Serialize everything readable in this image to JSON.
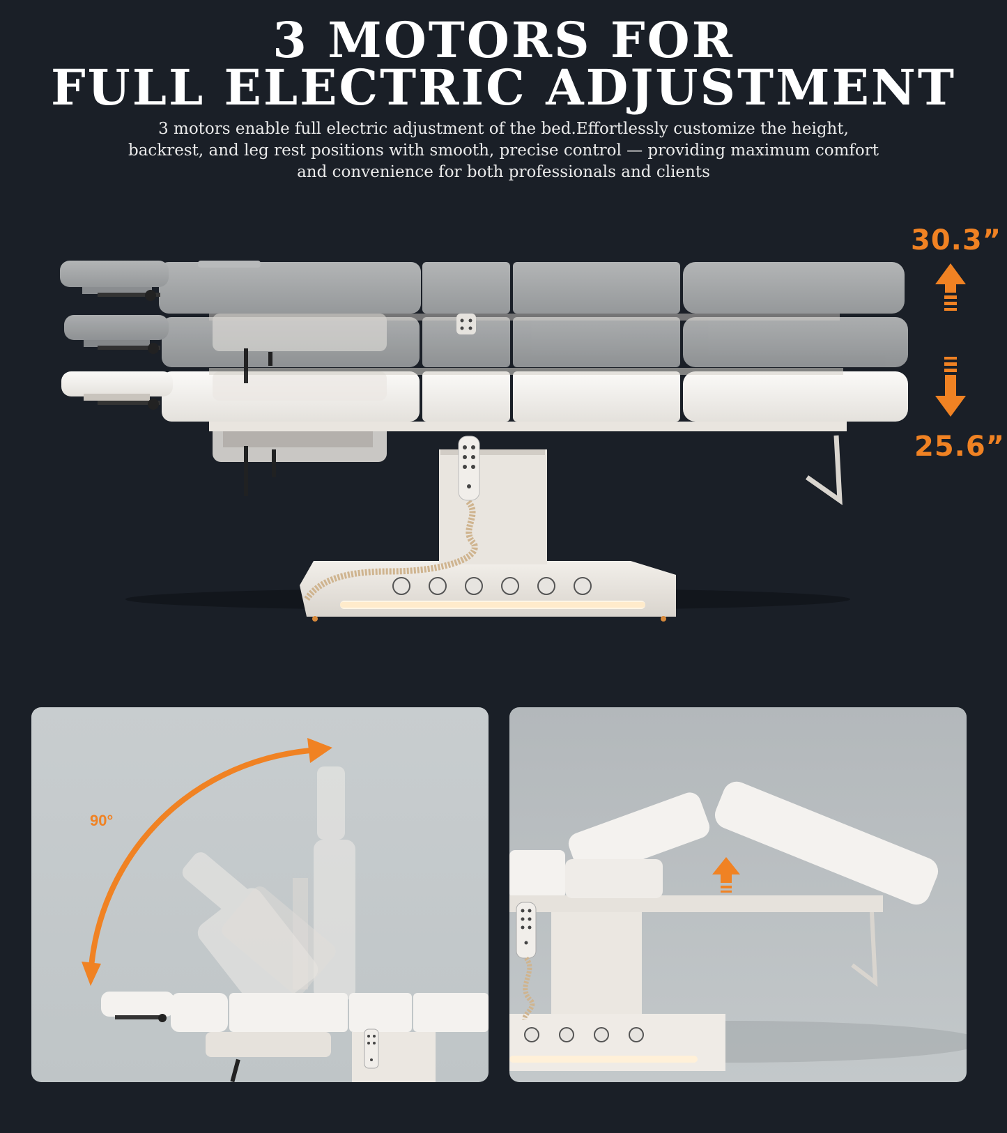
{
  "header": {
    "title_line1": "3 MOTORS FOR",
    "title_line2": "FULL ELECTRIC ADJUSTMENT",
    "description": "3 motors enable full electric adjustment of the bed.Effortlessly customize the height, backrest, and leg rest positions with smooth, precise control — providing maximum comfort and convenience for both professionals and clients"
  },
  "height_range": {
    "max": "30.3”",
    "min": "25.6”"
  },
  "backrest_panel": {
    "angle": "90°"
  },
  "colors": {
    "background": "#1a1f27",
    "accent": "#f08223",
    "upholstery_gray": "#a8aaab",
    "upholstery_white": "#f3f1ee",
    "frame": "#e6e2dc"
  },
  "icons": {
    "up_arrow": "arrow-up-icon",
    "down_arrow": "arrow-down-icon",
    "rotate_arrow": "curved-arrow-icon",
    "lift_arrow": "arrow-up-icon"
  }
}
